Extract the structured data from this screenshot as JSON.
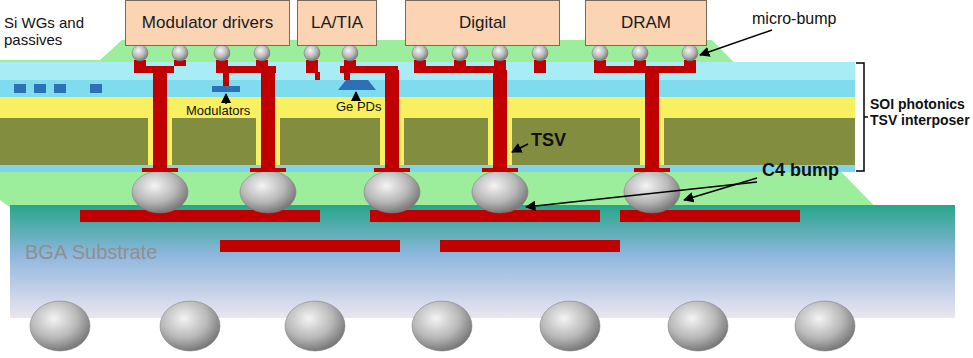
{
  "diagram": {
    "nodes": [
      {
        "text": [
          "Modulator drivers"
        ]
      },
      {
        "text": [
          "LA/TIA"
        ]
      },
      {
        "text": [
          "Digital"
        ]
      },
      {
        "text": [
          "DRAM"
        ]
      },
      {
        "text": [
          "BGA Substrate"
        ]
      }
    ],
    "labels": [
      "Si WGs and passives",
      "Modulators",
      "Ge PDs",
      "micro-bump",
      "TSV",
      "SOI photonics TSV interposer",
      "C4 bump"
    ]
  }
}
